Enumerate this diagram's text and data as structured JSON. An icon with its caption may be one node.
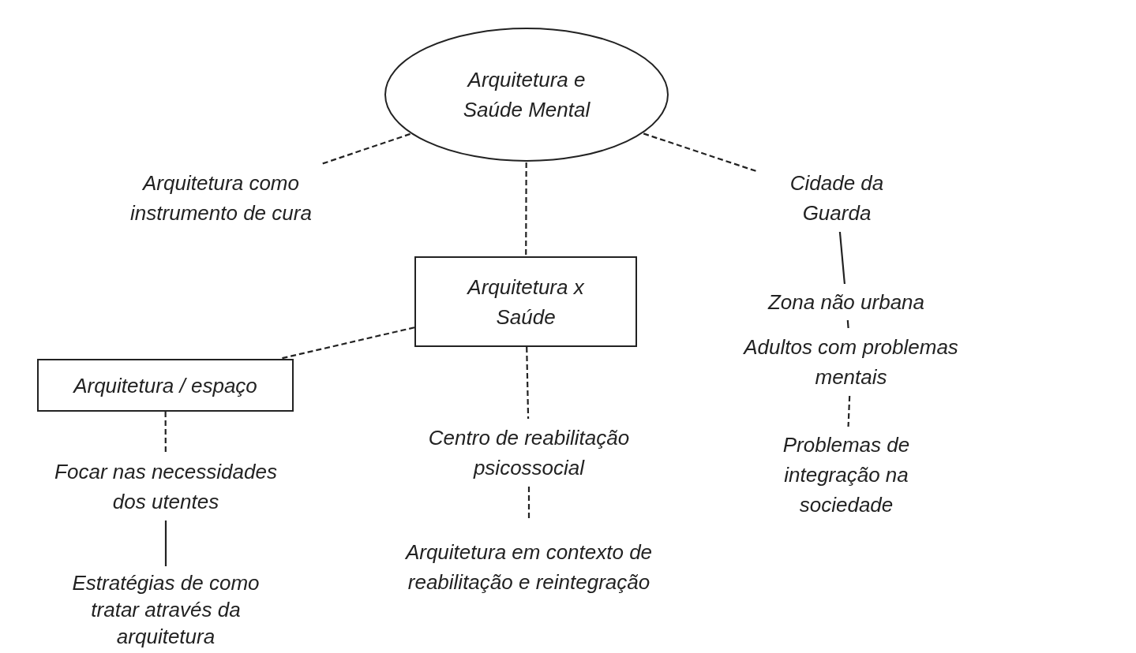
{
  "diagram": {
    "nodes": [
      {
        "text": [
          "Arquitetura e Saúde Mental"
        ]
      },
      {
        "text": [
          "Arquitetura como instrumento de cura"
        ]
      },
      {
        "text": [
          "Cidade da Guarda"
        ]
      },
      {
        "text": [
          "Arquitetura x Saúde"
        ]
      },
      {
        "text": [
          "Arquitetura / espaço"
        ]
      },
      {
        "text": [
          "Centro de reabilitação psicossocial"
        ]
      },
      {
        "text": [
          "Zona não urbana"
        ]
      },
      {
        "text": [
          "Adultos com problemas mentais"
        ]
      },
      {
        "text": [
          "Focar nas necessidades dos utentes"
        ]
      },
      {
        "text": [
          "Arquitetura em contexto de reabilitação e reintegração"
        ]
      },
      {
        "text": [
          "Problemas de integração na sociedade"
        ]
      },
      {
        "text": [
          "Estratégias de como tratar através da arquitetura"
        ]
      }
    ],
    "edges": [
      {
        "from": 0,
        "to": 1,
        "arrow": "none",
        "style": "dashed"
      },
      {
        "from": 0,
        "to": 3,
        "arrow": "none",
        "style": "dashed"
      },
      {
        "from": 0,
        "to": 2,
        "arrow": "none",
        "style": "dashed"
      },
      {
        "from": 2,
        "to": 6,
        "arrow": "none"
      },
      {
        "from": 6,
        "to": 7,
        "arrow": "none"
      },
      {
        "from": 7,
        "to": 10,
        "arrow": "none",
        "style": "dashed"
      },
      {
        "from": 3,
        "to": 4,
        "arrow": "none",
        "style": "dashed"
      },
      {
        "from": 3,
        "to": 5,
        "arrow": "none",
        "style": "dashed"
      },
      {
        "from": 5,
        "to": 9,
        "arrow": "none",
        "style": "dashed"
      },
      {
        "from": 4,
        "to": 8,
        "arrow": "none",
        "style": "dashed"
      },
      {
        "from": 8,
        "to": 11,
        "arrow": "none"
      }
    ]
  }
}
